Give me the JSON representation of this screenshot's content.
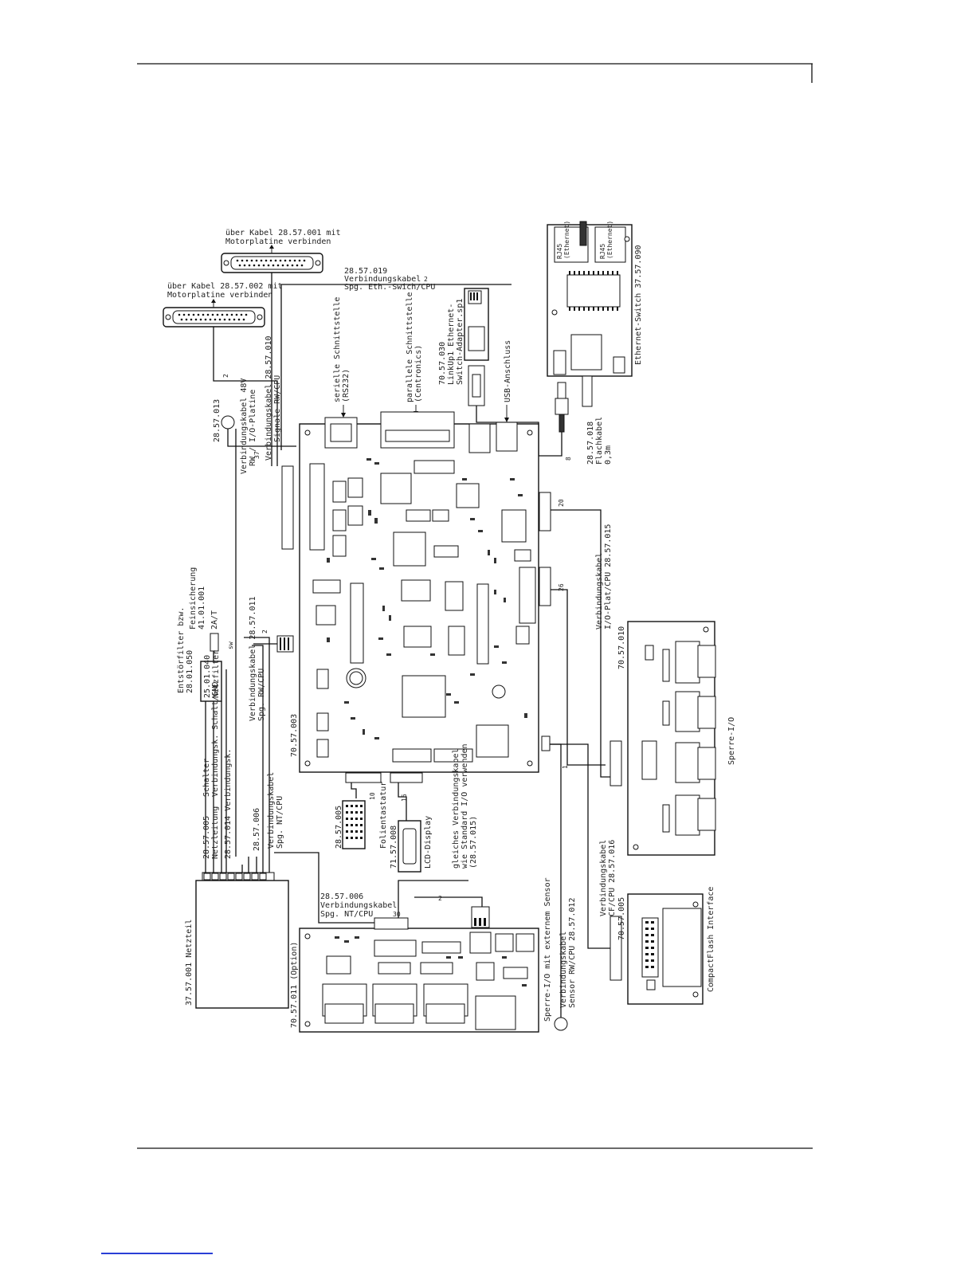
{
  "labels": {
    "kabel_001": "über Kabel 28.57.001 mit",
    "kabel_001b": "Motorplatine verbinden",
    "kabel_002": "über Kabel 28.57.002 mit",
    "kabel_002b": "Motorplatine verbinden",
    "vk_019a": "28.57.019",
    "vk_019b": "Verbindungskabel",
    "vk_019c": "Spg. Eth.-Swich/CPU",
    "vk_019n": "2",
    "vk_010a": "Verbindungskabel 28.57.010",
    "vk_010b": "Signale RW/CPU",
    "vk_010n1": "37",
    "vk_010n2": "2",
    "seriell": "serielle Schnittstelle",
    "seriell_b": "(RS232)",
    "parallel": "parallele Schnittstelle",
    "parallel_b": "(Centronics)",
    "adapter": "70.57.030",
    "adapter_b": "LinkUp1 Ethernet-",
    "adapter_c": "Switch-Adapter.sp1",
    "usb": "USB-Anschluss",
    "switch": "Ethernet-Switch 37.57.090",
    "rj45a": "RJ45",
    "rj45a_b": "(Ethernet)",
    "rj45b": "RJ45",
    "rj45b_b": "(Ethernet)",
    "flachkabel": "28.57.018",
    "flachkabel_b": "Flachkabel",
    "flachkabel_c": "0,3m",
    "flachkabel_n": "8",
    "vk_013a": "28.57.013",
    "vk_013b": "Verbindungskabel 48V",
    "vk_013c": "RW / I/O-Platine",
    "cpu_board": "70.57.003",
    "vk_015a": "Verbindungskabel",
    "vk_015b": "I/O-Plat/CPU 28.57.015",
    "n20": "20",
    "n26": "26",
    "sperrio_id": "70.57.010",
    "sperrio": "Sperre-I/O",
    "sicherung": "Feinsicherung",
    "sicherung_b": "41.01.001",
    "sicherung_c": "2A/T",
    "entstoer": "Entstörfilter bzw.",
    "entstoer_b": "28.01.050",
    "netzfilter": "25.01.040",
    "netzfilter_b": "Netzfilter",
    "vk_011a": "Verbindungskabel 28.57.011",
    "vk_011b": "Spg. RW/CPU",
    "vk_011n": "2",
    "schalter": "Schalter",
    "schalter_b": "Verbindungsk. Schalt/GND",
    "netzltg": "28.57.005",
    "netzltg_b": "Netzleitung",
    "vk_014": "28.57.014 Verbindungsk.",
    "vk_006x": "28.57.006",
    "vk_006x_b": "Verbindungskabel",
    "vk_006x_c": "Spg. NT/CPU",
    "sw": "sw",
    "netzteil": "37.57.001 Netzteil",
    "tast": "28.57.005",
    "tast_b": "Folientastatur",
    "tast_n": "10",
    "lcd": "71.57.008",
    "lcd_b": "LCD-Display",
    "lcd_n": "16",
    "gleich": "gleiches Verbindungskabel",
    "gleich_b": "wie Standard I/O verwenden",
    "gleich_c": "(28.57.015)",
    "vk_006": "28.57.006",
    "vk_006b": "Verbindungskabel",
    "vk_006c": "Spg. NT/CPU",
    "n30": "30",
    "n2b": "2",
    "option": "70.57.011 (Option)",
    "sensor": "Sperre-I/O mit externem Sensor",
    "vk_012": "Verbindungskabel",
    "vk_012b": "Sensor RW/CPU 28.57.012",
    "vk_016": "Verbindungskabel",
    "vk_016b": "CF/CPU 28.57.016",
    "vk_016n": "1",
    "cf_id": "70.57.005",
    "cf": "CompactFlash Interface"
  }
}
